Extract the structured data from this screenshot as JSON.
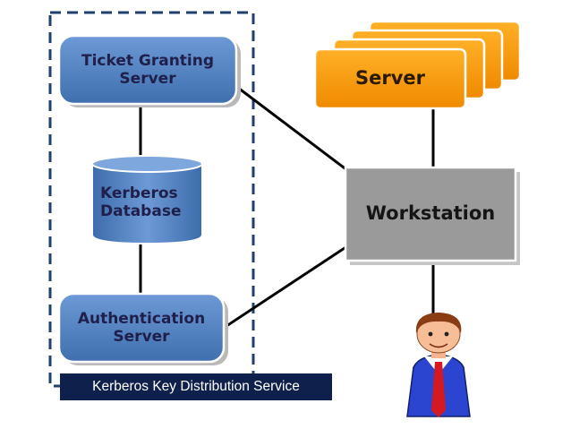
{
  "nodes": {
    "ticket_granting_server": "Ticket Granting\nServer",
    "kerberos_database": "Kerberos\nDatabase",
    "authentication_server": "Authentication\nServer",
    "server": "Server",
    "workstation": "Workstation"
  },
  "group_caption": "Kerberos Key Distribution Service",
  "icons": {
    "user": "user-figure-icon"
  },
  "colors": {
    "blue_box": "#4f81bd",
    "server_box": "#f79a08",
    "workstation_box": "#9a9a9a",
    "dashed_border": "#1f3f6f",
    "caption_bg": "#10204c"
  }
}
